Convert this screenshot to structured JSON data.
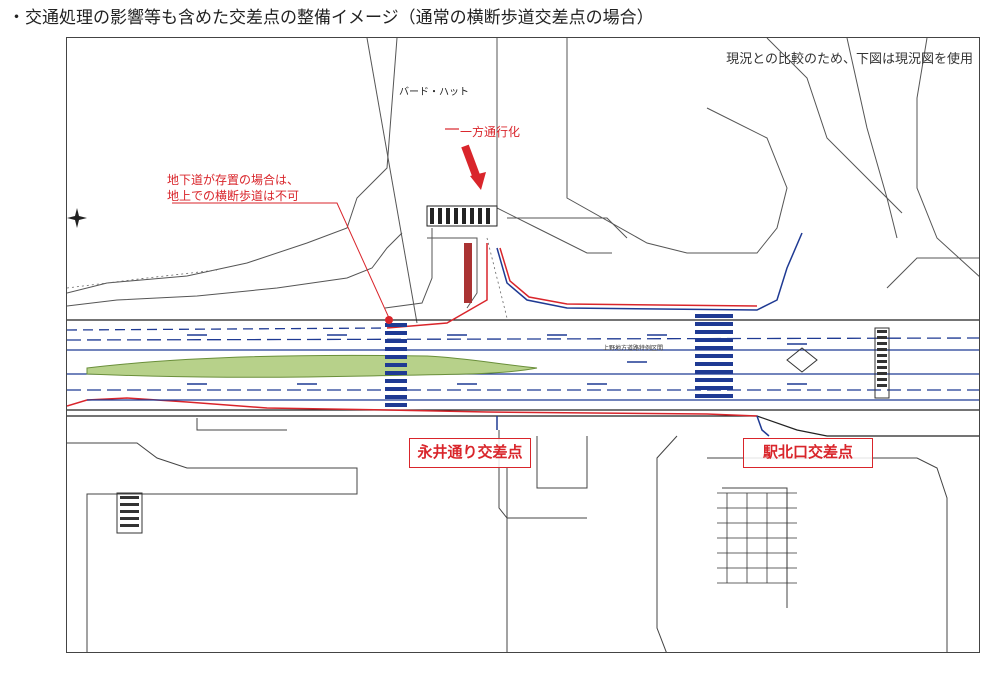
{
  "header": {
    "title": "・交通処理の影響等も含めた交差点の整備イメージ（通常の横断歩道交差点の場合）"
  },
  "diagram": {
    "note_top_right": "現況との比較のため、下図は現況図を使用",
    "building_label": "バード・ハット",
    "oneway_label": "一方通行化",
    "underpass_note_line1": "地下道が存置の場合は、",
    "underpass_note_line2": "地上での横断歩道は不可",
    "intersection_a": "永井通り交差点",
    "intersection_b": "駅北口交差点",
    "road_name_small": "上野地方道路特例区間",
    "colors": {
      "annotation": "#d9252b",
      "lane_markings": "#1f3a93",
      "median_green": "#b7d18a",
      "linework": "#333333"
    }
  }
}
